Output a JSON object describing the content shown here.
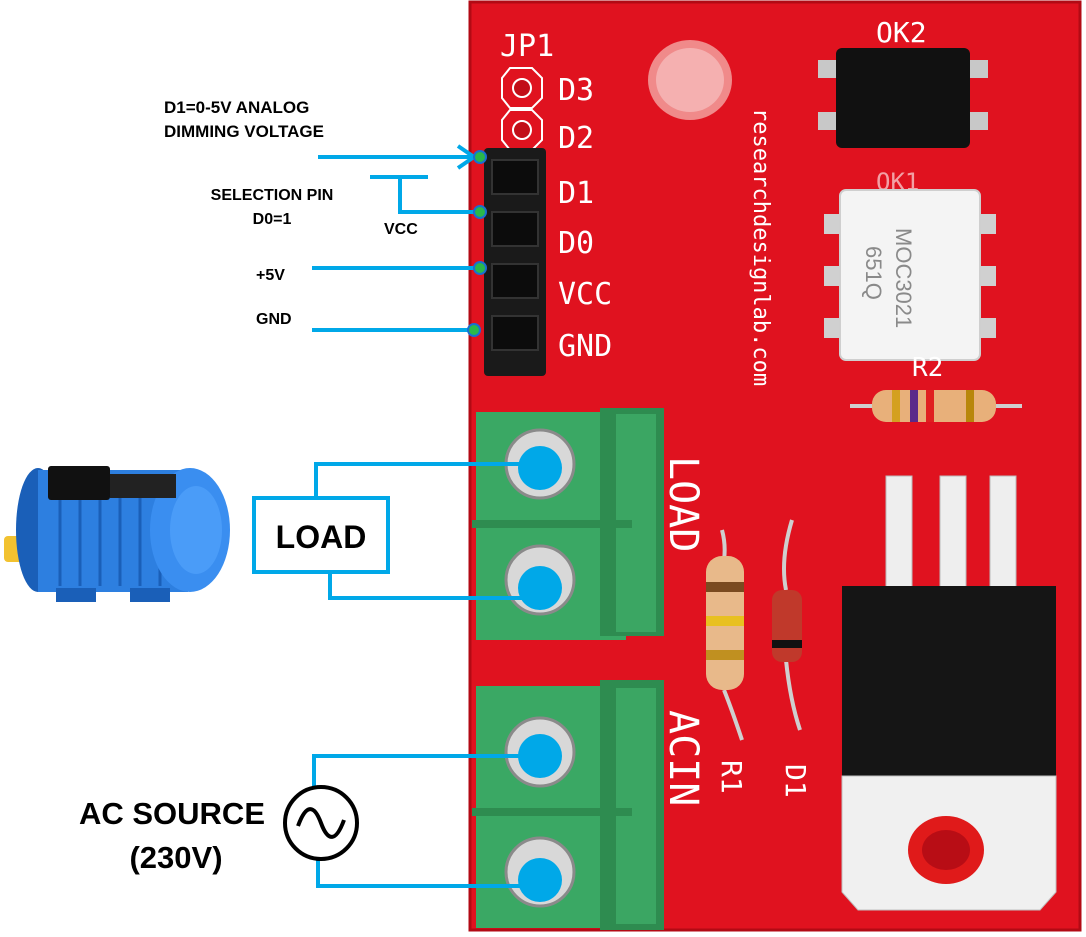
{
  "annotations": {
    "d1_line1": "D1=0-5V ANALOG",
    "d1_line2": "DIMMING VOLTAGE",
    "sel_line1": "SELECTION PIN",
    "sel_line2": "D0=1",
    "vcc": "VCC",
    "plus5v": "+5V",
    "gnd": "GND",
    "load_box": "LOAD",
    "ac_line1": "AC SOURCE",
    "ac_line2": "(230V)"
  },
  "board": {
    "header_ref": "JP1",
    "pins": [
      "D3",
      "D2",
      "D1",
      "D0",
      "VCC",
      "GND"
    ],
    "ok2": "OK2",
    "ok1": "OK1",
    "moc_line1": "MOC3021",
    "moc_line2": "651Q",
    "r2": "R2",
    "r1": "R1",
    "d1": "D1",
    "load_terminal": "LOAD",
    "acin_terminal": "ACIN",
    "website": "researchdesignlab.com"
  },
  "colors": {
    "board": "#e0121f",
    "wire": "#00a8e8",
    "terminal": "#3aa864",
    "motor": "#1f6fc9"
  }
}
